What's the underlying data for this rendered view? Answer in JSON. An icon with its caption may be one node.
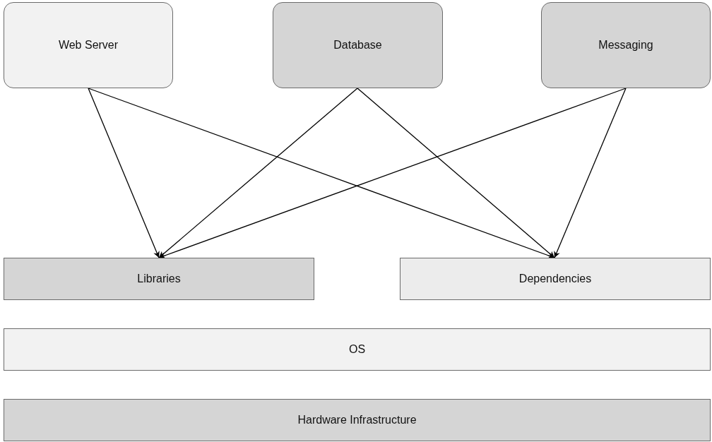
{
  "diagram": {
    "nodes": [
      {
        "text": [
          "Web Server"
        ]
      },
      {
        "text": [
          "Database"
        ]
      },
      {
        "text": [
          "Messaging"
        ]
      },
      {
        "text": [
          "Libraries"
        ]
      },
      {
        "text": [
          "Dependencies"
        ]
      },
      {
        "text": [
          "OS"
        ]
      },
      {
        "text": [
          "Hardware Infrastructure"
        ]
      }
    ],
    "edges": [
      {
        "from": 0,
        "to": 3,
        "arrow": "to"
      },
      {
        "from": 0,
        "to": 4,
        "arrow": "to"
      },
      {
        "from": 1,
        "to": 3,
        "arrow": "to"
      },
      {
        "from": 1,
        "to": 4,
        "arrow": "to"
      },
      {
        "from": 2,
        "to": 3,
        "arrow": "to"
      },
      {
        "from": 2,
        "to": 4,
        "arrow": "to"
      }
    ]
  }
}
